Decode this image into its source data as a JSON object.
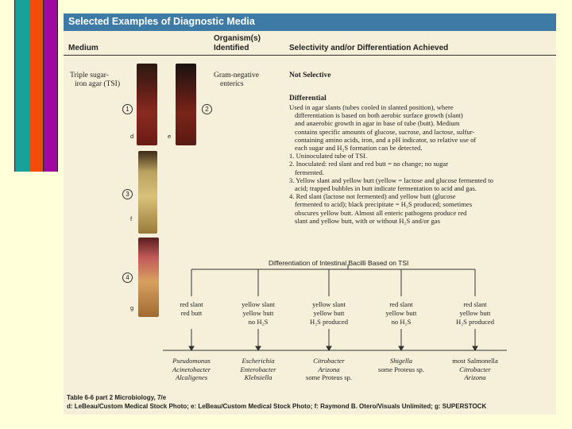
{
  "title": "Selected Examples of Diagnostic Media",
  "columns": {
    "medium": "Medium",
    "organisms_line1": "Organism(s)",
    "organisms_line2": "Identified",
    "selectivity": "Selectivity and/or Differentiation Achieved"
  },
  "row": {
    "medium_line1": "Triple sugar-",
    "medium_line2": "iron agar (TSI)",
    "organism_line1": "Gram-negative",
    "organism_line2": "enterics",
    "not_selective": "Not Selective",
    "differential": "Differential",
    "description_lines": [
      "Used in agar slants (tubes cooled in slanted position), where",
      "differentiation is based on both aerobic surface growth (slant)",
      "and anaerobic growth in agar in base of tube (butt). Medium",
      "contains specific amounts of glucose, sucrose, and lactose, sulfur-",
      "containing amino acids, iron, and a pH indicator, so relative use of",
      "each sugar and H₂S formation can be detected."
    ],
    "items": [
      {
        "lines": [
          "1. Uninoculated tube of TSI."
        ]
      },
      {
        "lines": [
          "2. Inoculated: red slant and red butt = no change; no sugar",
          "fermented."
        ]
      },
      {
        "lines": [
          "3. Yellow slant and yellow butt (yellow = lactose and glucose fermented to",
          "acid; trapped bubbles in butt indicate fermentation to acid and gas."
        ]
      },
      {
        "lines": [
          "4. Red slant (lactose not fermented) and yellow butt (glucose",
          "fermented to acid); black precipitate = H₂S produced; sometimes",
          "obscures yellow butt. Almost all enteric pathogens produce red",
          "slant and yellow butt, with or without H₂S and/or gas"
        ]
      }
    ]
  },
  "photos": {
    "num1": "1",
    "num2": "2",
    "num3": "3",
    "num4": "4",
    "label_d": "d",
    "label_e": "e",
    "label_f": "f",
    "label_g": "g"
  },
  "tree": {
    "title": "Differentiation of Intestinal Bacilli Based on TSI",
    "results": [
      {
        "line1": "red slant",
        "line2": "red butt",
        "line3": ""
      },
      {
        "line1": "yellow slant",
        "line2": "yellow butt",
        "line3": "no H₂S"
      },
      {
        "line1": "yellow slant",
        "line2": "yellow butt",
        "line3": "H₂S produced"
      },
      {
        "line1": "red slant",
        "line2": "yellow butt",
        "line3": "no H₂S"
      },
      {
        "line1": "red slant",
        "line2": "yellow butt",
        "line3": "H₂S produced"
      }
    ],
    "organisms": [
      {
        "line1": "Pseudomonas",
        "line2": "Acinetobacter",
        "line3": "Alcaligenes"
      },
      {
        "line1": "Escherichia",
        "line2": "Enterobacter",
        "line3": "Klebsiella"
      },
      {
        "line1": "Citrobacter",
        "line2": "Arizona",
        "line3": "some Proteus sp."
      },
      {
        "line1": "Shigella",
        "line2": "some Proteus sp.",
        "line3": ""
      },
      {
        "line1": "most Salmonella",
        "line2": "Citrobacter",
        "line3": "Arizona"
      }
    ]
  },
  "caption": {
    "line1": "Table 6-6 part 2  Microbiology, 7/e",
    "line2": "d: LeBeau/Custom Medical Stock Photo; e: LeBeau/Custom Medical Stock Photo; f: Raymond B. Otero/Visuals Unlimited; g: SUPERSTOCK"
  },
  "colors": {
    "background": "#ffffd9",
    "panel": "#f6f0da",
    "title_bar": "#3d7ba6",
    "stripe_teal": "#16a29a",
    "stripe_orange": "#f44a0a",
    "stripe_purple": "#a0099e"
  }
}
